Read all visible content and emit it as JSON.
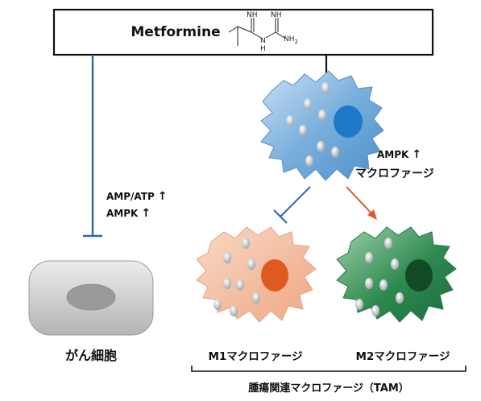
{
  "drug": {
    "name": "Metformine",
    "formula_labels": {
      "nh_top_left": "NH",
      "nh_top_right": "NH",
      "n_bottom": "N",
      "h_bottom": "H",
      "nh2": "NH",
      "nh2_subscript": "2"
    }
  },
  "left_path": {
    "label_line1": "AMP/ATP",
    "label_line2": "AMPK",
    "cell_label": "がん細胞"
  },
  "macrophage": {
    "label_line1": "AMPK",
    "label_line2": "マクロファージ"
  },
  "m1": {
    "label": "M1マクロファージ"
  },
  "m2": {
    "label": "M2マクロファージ"
  },
  "tam": {
    "label": "腫瘍関連マクロファージ（TAM）"
  },
  "arrows": {
    "up": "↑"
  },
  "colors": {
    "inhibition_line": "#2f62b0",
    "activation_arrow": "#dd5a28",
    "macrophage_fill": "#7fb4e0",
    "macrophage_nucleus": "#1f78c8",
    "m1_fill": "#f2b899",
    "m1_nucleus": "#df5a1e",
    "m2_fill": "#2e8a50",
    "m2_nucleus": "#124a25",
    "cancer_fill": "#c8c8c8",
    "cancer_nucleus": "#9a9a9a"
  }
}
